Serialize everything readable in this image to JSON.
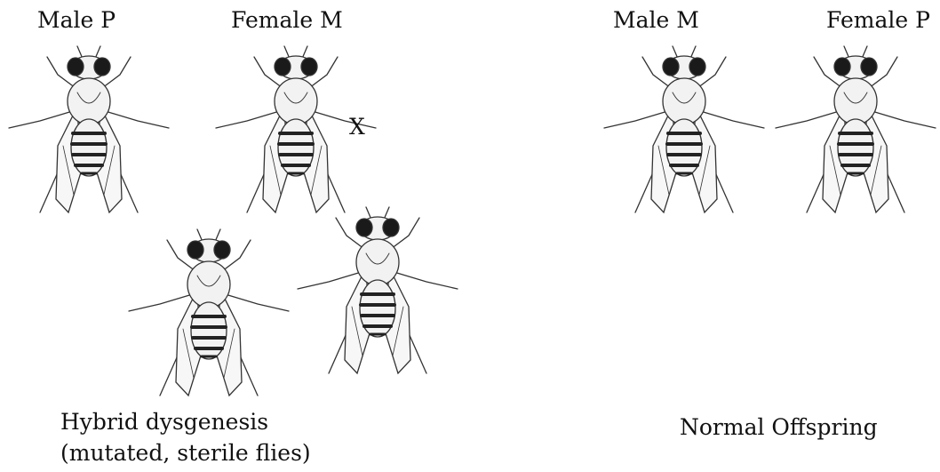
{
  "labels": {
    "male_p": "Male P",
    "female_m": "Female M",
    "male_m": "Male M",
    "female_p": "Female P",
    "cross": "X",
    "hybrid_line1": "Hybrid dysgenesis",
    "hybrid_line2": "(mutated, sterile flies)",
    "normal": "Normal Offspring"
  },
  "icons": {
    "fly": "fruit-fly-icon"
  },
  "colors": {
    "ink": "#222222",
    "body": "#f2f2f2",
    "eye": "#1a1a1a"
  }
}
